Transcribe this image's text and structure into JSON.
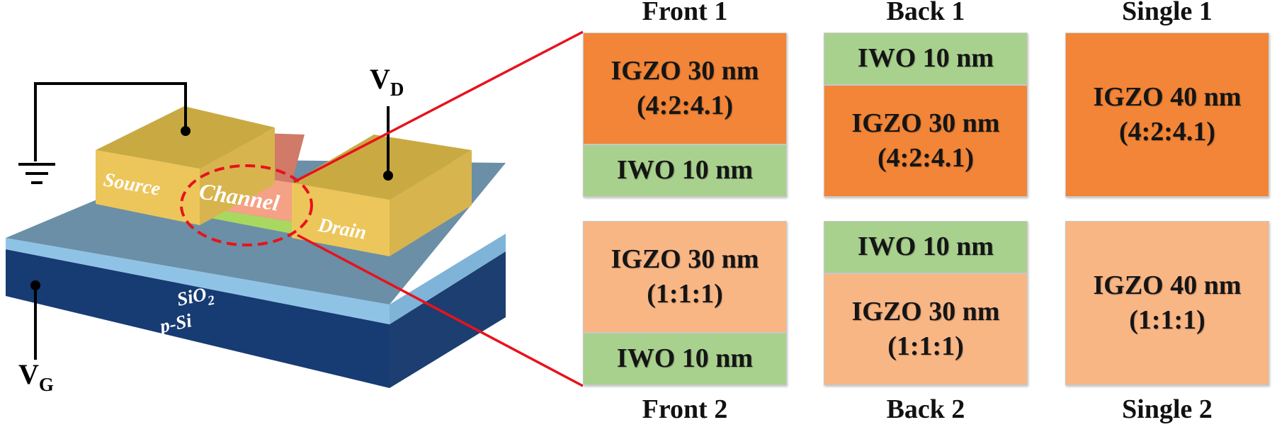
{
  "device": {
    "vd_main": "V",
    "vd_sub": "D",
    "vg_main": "V",
    "vg_sub": "G",
    "source": "Source",
    "channel": "Channel",
    "drain": "Drain",
    "sio2_main": "SiO",
    "sio2_sub": "2",
    "psi": "p-Si"
  },
  "colors": {
    "igzo_423": "#f28537",
    "igzo_111": "#f9b685",
    "iwo": "#a9d18e",
    "callout": "#e8121c"
  },
  "top_titles": [
    "Front 1",
    "Back 1",
    "Single 1"
  ],
  "bottom_titles": [
    "Front 2",
    "Back 2",
    "Single 2"
  ],
  "front1": {
    "igzo_line1": "IGZO 30 nm",
    "igzo_line2": "(4:2:4.1)",
    "iwo": "IWO 10 nm"
  },
  "back1": {
    "iwo": "IWO 10 nm",
    "igzo_line1": "IGZO 30 nm",
    "igzo_line2": "(4:2:4.1)"
  },
  "single1": {
    "igzo_line1": "IGZO 40 nm",
    "igzo_line2": "(4:2:4.1)"
  },
  "front2": {
    "igzo_line1": "IGZO 30 nm",
    "igzo_line2": "(1:1:1)",
    "iwo": "IWO 10 nm"
  },
  "back2": {
    "iwo": "IWO 10 nm",
    "igzo_line1": "IGZO 30 nm",
    "igzo_line2": "(1:1:1)"
  },
  "single2": {
    "igzo_line1": "IGZO 40 nm",
    "igzo_line2": "(1:1:1)"
  }
}
